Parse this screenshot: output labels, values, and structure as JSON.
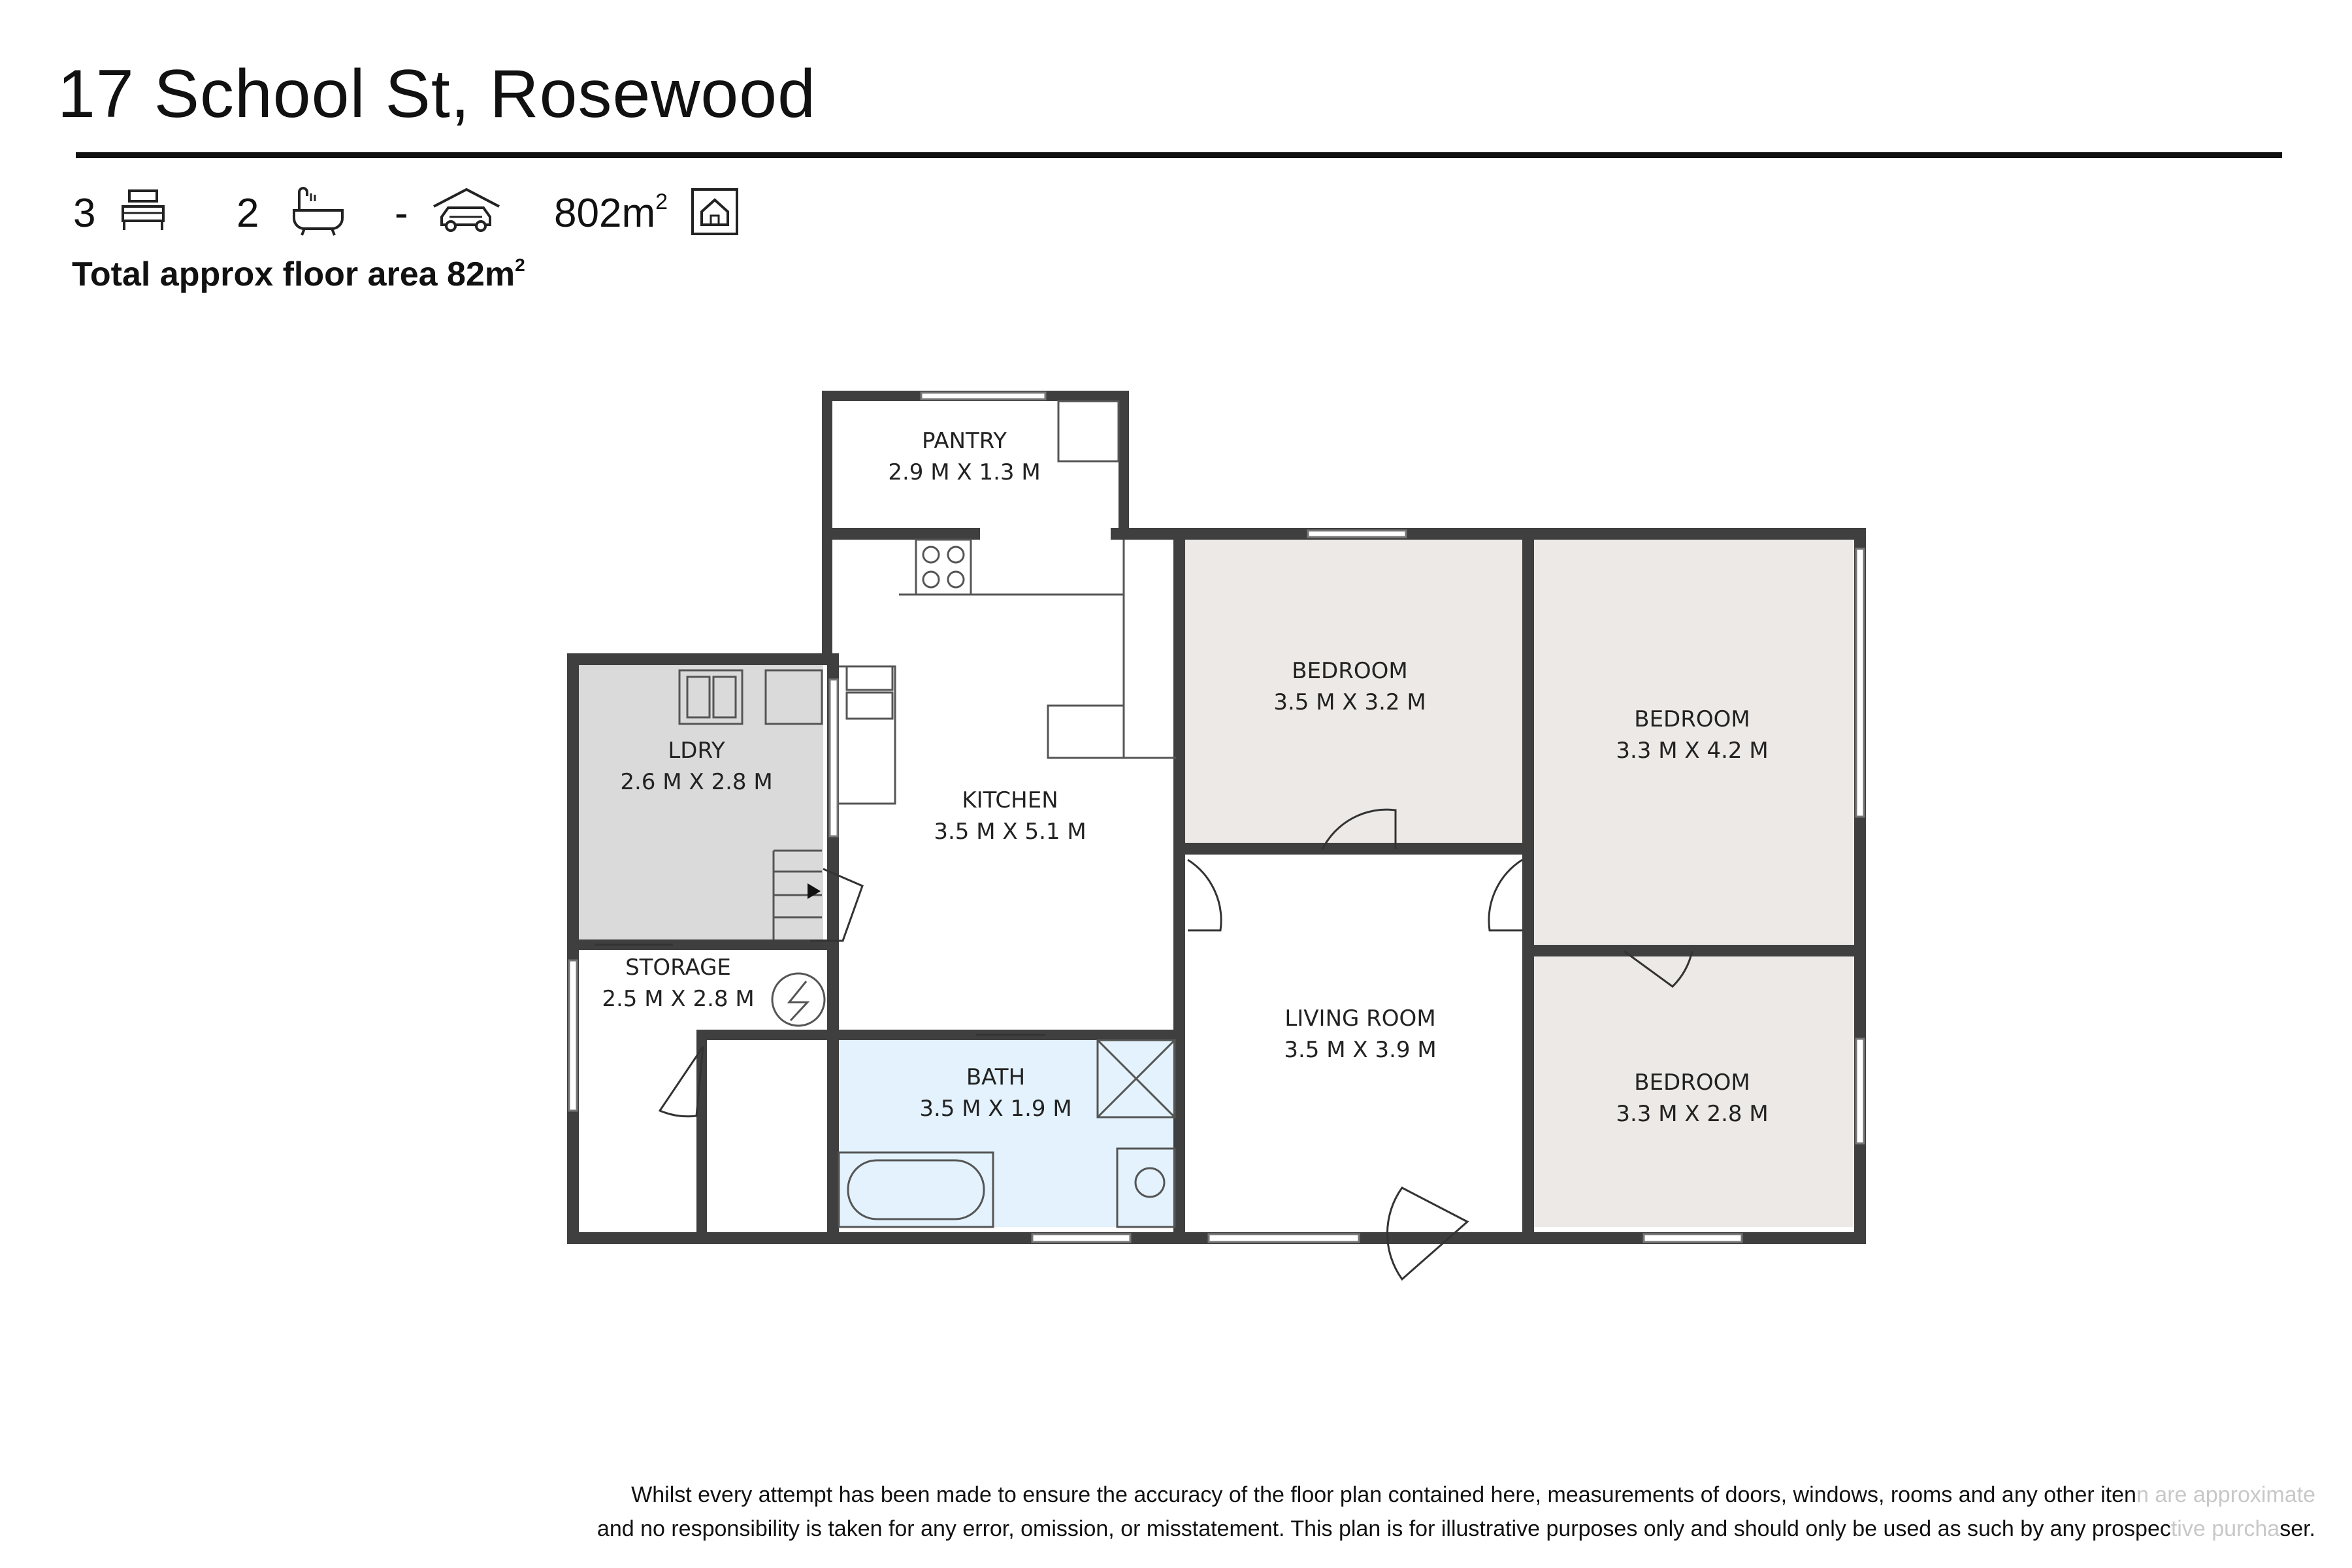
{
  "header": {
    "address": "17 School St, Rosewood",
    "bedrooms": "3",
    "bathrooms": "2",
    "car_spaces": "-",
    "land_size": "802m",
    "land_unit_sup": "2",
    "total_area_label": "Total approx floor area 82m",
    "total_area_sup": "2"
  },
  "icons": {
    "bed": "bed-icon",
    "bath": "bathtub-icon",
    "car": "car-garage-icon",
    "land": "house-land-icon"
  },
  "rooms": {
    "pantry": {
      "name": "PANTRY",
      "dims": "2.9 M X 1.3 M"
    },
    "ldry": {
      "name": "LDRY",
      "dims": "2.6 M X 2.8 M"
    },
    "kitchen": {
      "name": "KITCHEN",
      "dims": "3.5 M X 5.1 M"
    },
    "bedroom1": {
      "name": "BEDROOM",
      "dims": "3.5 M X 3.2 M"
    },
    "bedroom2": {
      "name": "BEDROOM",
      "dims": "3.3 M X 4.2 M"
    },
    "bedroom3": {
      "name": "BEDROOM",
      "dims": "3.3 M X 2.8 M"
    },
    "storage": {
      "name": "STORAGE",
      "dims": "2.5 M X 2.8 M"
    },
    "bath": {
      "name": "BATH",
      "dims": "3.5 M X 1.9 M"
    },
    "living": {
      "name": "LIVING ROOM",
      "dims": "3.5 M X 3.9 M"
    }
  },
  "colors": {
    "wall": "#3f3f3f",
    "ldry_floor": "#dadada",
    "bedroom_floor": "#ece9e6",
    "bath_floor": "#e3f2fc"
  },
  "disclaimer": {
    "line1_main": "Whilst every attempt has been made to ensure the accuracy of the floor plan contained here, measurements of doors, windows, rooms and any other iten",
    "line1_fade": "n are approximate",
    "line2_main": "and no responsibility is taken for any error, omission, or misstatement. This plan is for illustrative purposes only and should only be used as such by any prospec",
    "line2_fade": "tive purcha",
    "line2_end": "ser."
  }
}
